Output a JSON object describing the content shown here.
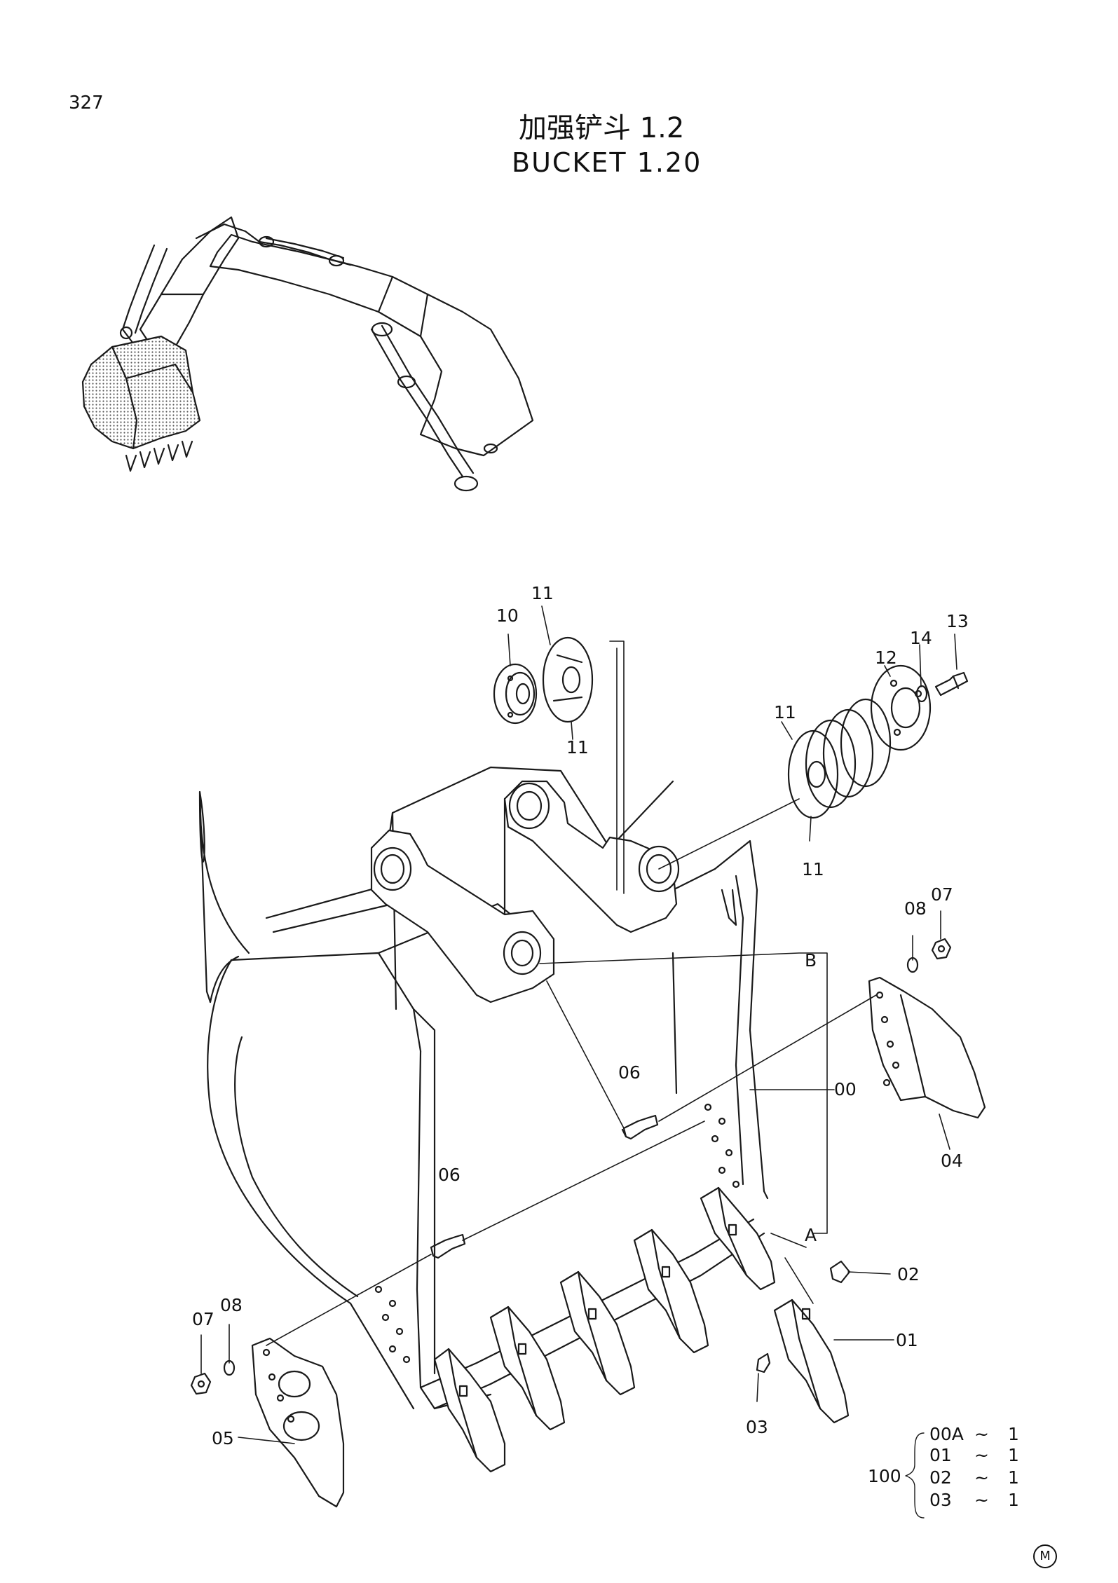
{
  "header": {
    "page_number": "327",
    "title_cn": "加强铲斗 1.2",
    "title_en": "BUCKET  1.20"
  },
  "callouts": {
    "c00": "00",
    "c01": "01",
    "c02": "02",
    "c03": "03",
    "c04": "04",
    "c05": "05",
    "c06a": "06",
    "c06b": "06",
    "c07a": "07",
    "c07b": "07",
    "c08a": "08",
    "c08b": "08",
    "c10": "10",
    "c11a": "11",
    "c11b": "11",
    "c11c": "11",
    "c11d": "11",
    "c12": "12",
    "c13": "13",
    "c14": "14",
    "cA": "A",
    "cB": "B"
  },
  "kit": {
    "number": "100",
    "rows": [
      {
        "part": "00A",
        "tilde": "~",
        "qty": "1"
      },
      {
        "part": "01",
        "tilde": "~",
        "qty": "1"
      },
      {
        "part": "02",
        "tilde": "~",
        "qty": "1"
      },
      {
        "part": "03",
        "tilde": "~",
        "qty": "1"
      }
    ]
  },
  "footer": {
    "mark": "M"
  }
}
